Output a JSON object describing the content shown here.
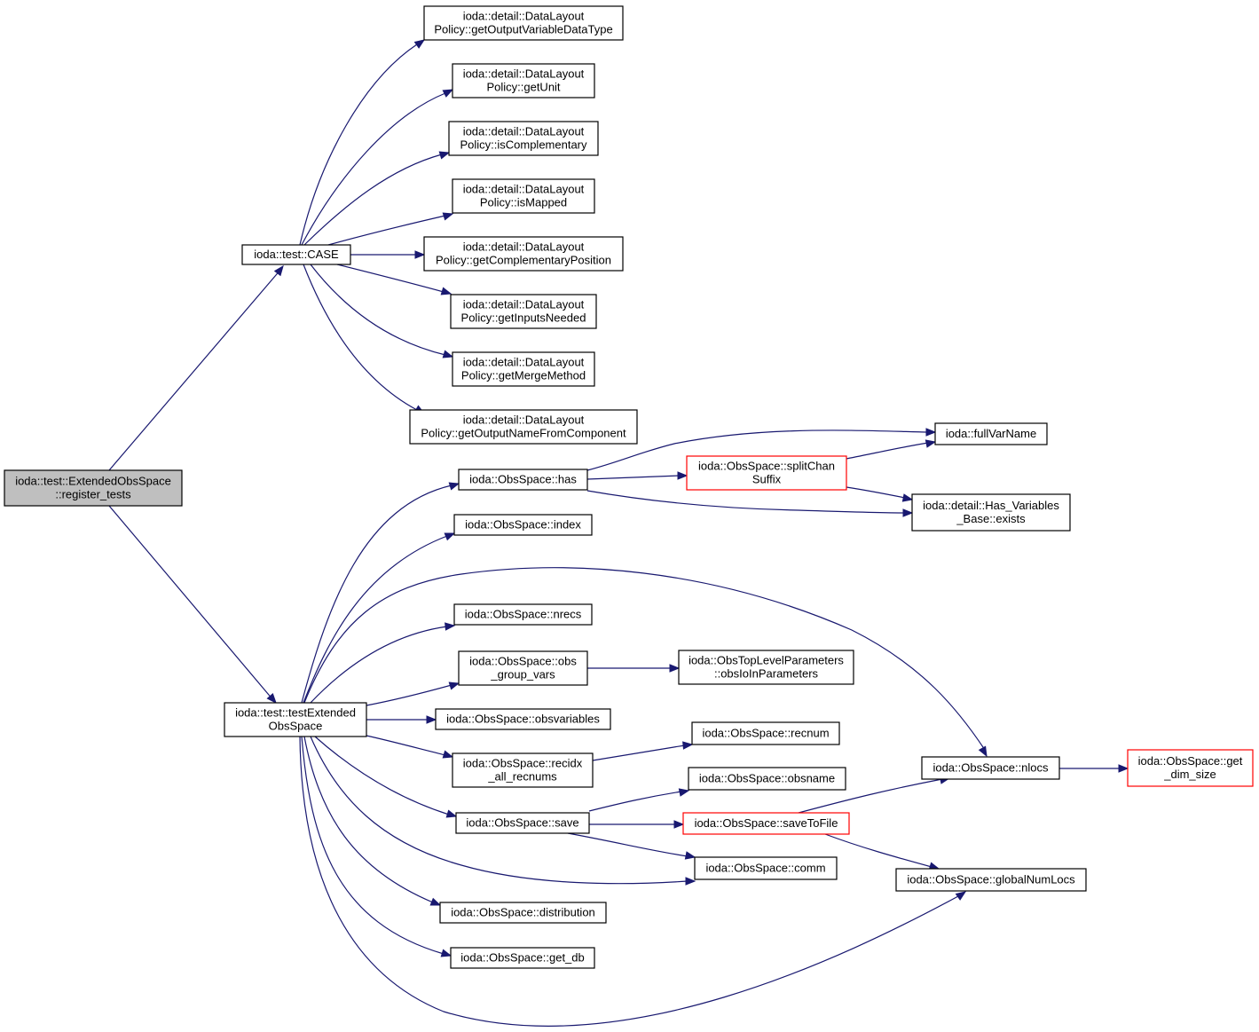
{
  "graph": {
    "edge_color": "#191970",
    "truncated_border_color": "#ff0000",
    "root_fill_color": "#bfbfbf",
    "nodes": [
      {
        "id": "root",
        "lines": [
          "ioda::test::ExtendedObsSpace",
          "::register_tests"
        ],
        "style": "root"
      },
      {
        "id": "case",
        "lines": [
          "ioda::test::CASE"
        ],
        "style": "normal"
      },
      {
        "id": "testext",
        "lines": [
          "ioda::test::testExtended",
          "ObsSpace"
        ],
        "style": "normal"
      },
      {
        "id": "d1",
        "lines": [
          "ioda::detail::DataLayout",
          "Policy::getOutputVariableDataType"
        ],
        "style": "normal"
      },
      {
        "id": "d2",
        "lines": [
          "ioda::detail::DataLayout",
          "Policy::getUnit"
        ],
        "style": "normal"
      },
      {
        "id": "d3",
        "lines": [
          "ioda::detail::DataLayout",
          "Policy::isComplementary"
        ],
        "style": "normal"
      },
      {
        "id": "d4",
        "lines": [
          "ioda::detail::DataLayout",
          "Policy::isMapped"
        ],
        "style": "normal"
      },
      {
        "id": "d5",
        "lines": [
          "ioda::detail::DataLayout",
          "Policy::getComplementaryPosition"
        ],
        "style": "normal"
      },
      {
        "id": "d6",
        "lines": [
          "ioda::detail::DataLayout",
          "Policy::getInputsNeeded"
        ],
        "style": "normal"
      },
      {
        "id": "d7",
        "lines": [
          "ioda::detail::DataLayout",
          "Policy::getMergeMethod"
        ],
        "style": "normal"
      },
      {
        "id": "d8",
        "lines": [
          "ioda::detail::DataLayout",
          "Policy::getOutputNameFromComponent"
        ],
        "style": "normal"
      },
      {
        "id": "has",
        "lines": [
          "ioda::ObsSpace::has"
        ],
        "style": "normal"
      },
      {
        "id": "index",
        "lines": [
          "ioda::ObsSpace::index"
        ],
        "style": "normal"
      },
      {
        "id": "nrecs",
        "lines": [
          "ioda::ObsSpace::nrecs"
        ],
        "style": "normal"
      },
      {
        "id": "obsgv",
        "lines": [
          "ioda::ObsSpace::obs",
          "_group_vars"
        ],
        "style": "normal"
      },
      {
        "id": "obsvars",
        "lines": [
          "ioda::ObsSpace::obsvariables"
        ],
        "style": "normal"
      },
      {
        "id": "recidx",
        "lines": [
          "ioda::ObsSpace::recidx",
          "_all_recnums"
        ],
        "style": "normal"
      },
      {
        "id": "save",
        "lines": [
          "ioda::ObsSpace::save"
        ],
        "style": "normal"
      },
      {
        "id": "distribution",
        "lines": [
          "ioda::ObsSpace::distribution"
        ],
        "style": "normal"
      },
      {
        "id": "getdb",
        "lines": [
          "ioda::ObsSpace::get_db"
        ],
        "style": "normal"
      },
      {
        "id": "split",
        "lines": [
          "ioda::ObsSpace::splitChan",
          "Suffix"
        ],
        "style": "trunc"
      },
      {
        "id": "fullvar",
        "lines": [
          "ioda::fullVarName"
        ],
        "style": "normal"
      },
      {
        "id": "exists",
        "lines": [
          "ioda::detail::Has_Variables",
          "_Base::exists"
        ],
        "style": "normal"
      },
      {
        "id": "toplevel",
        "lines": [
          "ioda::ObsTopLevelParameters",
          "::obsIoInParameters"
        ],
        "style": "normal"
      },
      {
        "id": "recnum",
        "lines": [
          "ioda::ObsSpace::recnum"
        ],
        "style": "normal"
      },
      {
        "id": "obsname",
        "lines": [
          "ioda::ObsSpace::obsname"
        ],
        "style": "normal"
      },
      {
        "id": "savetofile",
        "lines": [
          "ioda::ObsSpace::saveToFile"
        ],
        "style": "trunc"
      },
      {
        "id": "comm",
        "lines": [
          "ioda::ObsSpace::comm"
        ],
        "style": "normal"
      },
      {
        "id": "nlocs",
        "lines": [
          "ioda::ObsSpace::nlocs"
        ],
        "style": "normal"
      },
      {
        "id": "globalnum",
        "lines": [
          "ioda::ObsSpace::globalNumLocs"
        ],
        "style": "normal"
      },
      {
        "id": "getdim",
        "lines": [
          "ioda::ObsSpace::get",
          "_dim_size"
        ],
        "style": "trunc"
      }
    ],
    "edges": [
      {
        "from": "root",
        "to": "case"
      },
      {
        "from": "root",
        "to": "testext"
      },
      {
        "from": "case",
        "to": "d1"
      },
      {
        "from": "case",
        "to": "d2"
      },
      {
        "from": "case",
        "to": "d3"
      },
      {
        "from": "case",
        "to": "d4"
      },
      {
        "from": "case",
        "to": "d5"
      },
      {
        "from": "case",
        "to": "d6"
      },
      {
        "from": "case",
        "to": "d7"
      },
      {
        "from": "case",
        "to": "d8"
      },
      {
        "from": "testext",
        "to": "has"
      },
      {
        "from": "testext",
        "to": "index"
      },
      {
        "from": "testext",
        "to": "nlocs"
      },
      {
        "from": "testext",
        "to": "nrecs"
      },
      {
        "from": "testext",
        "to": "obsgv"
      },
      {
        "from": "testext",
        "to": "obsvars"
      },
      {
        "from": "testext",
        "to": "recidx"
      },
      {
        "from": "testext",
        "to": "save"
      },
      {
        "from": "testext",
        "to": "comm"
      },
      {
        "from": "testext",
        "to": "distribution"
      },
      {
        "from": "testext",
        "to": "getdb"
      },
      {
        "from": "testext",
        "to": "globalnum"
      },
      {
        "from": "has",
        "to": "fullvar"
      },
      {
        "from": "has",
        "to": "split"
      },
      {
        "from": "has",
        "to": "exists"
      },
      {
        "from": "split",
        "to": "fullvar"
      },
      {
        "from": "split",
        "to": "exists"
      },
      {
        "from": "obsgv",
        "to": "toplevel"
      },
      {
        "from": "recidx",
        "to": "recnum"
      },
      {
        "from": "save",
        "to": "obsname"
      },
      {
        "from": "save",
        "to": "savetofile"
      },
      {
        "from": "save",
        "to": "comm"
      },
      {
        "from": "savetofile",
        "to": "nlocs"
      },
      {
        "from": "savetofile",
        "to": "globalnum"
      },
      {
        "from": "nlocs",
        "to": "getdim"
      }
    ]
  }
}
